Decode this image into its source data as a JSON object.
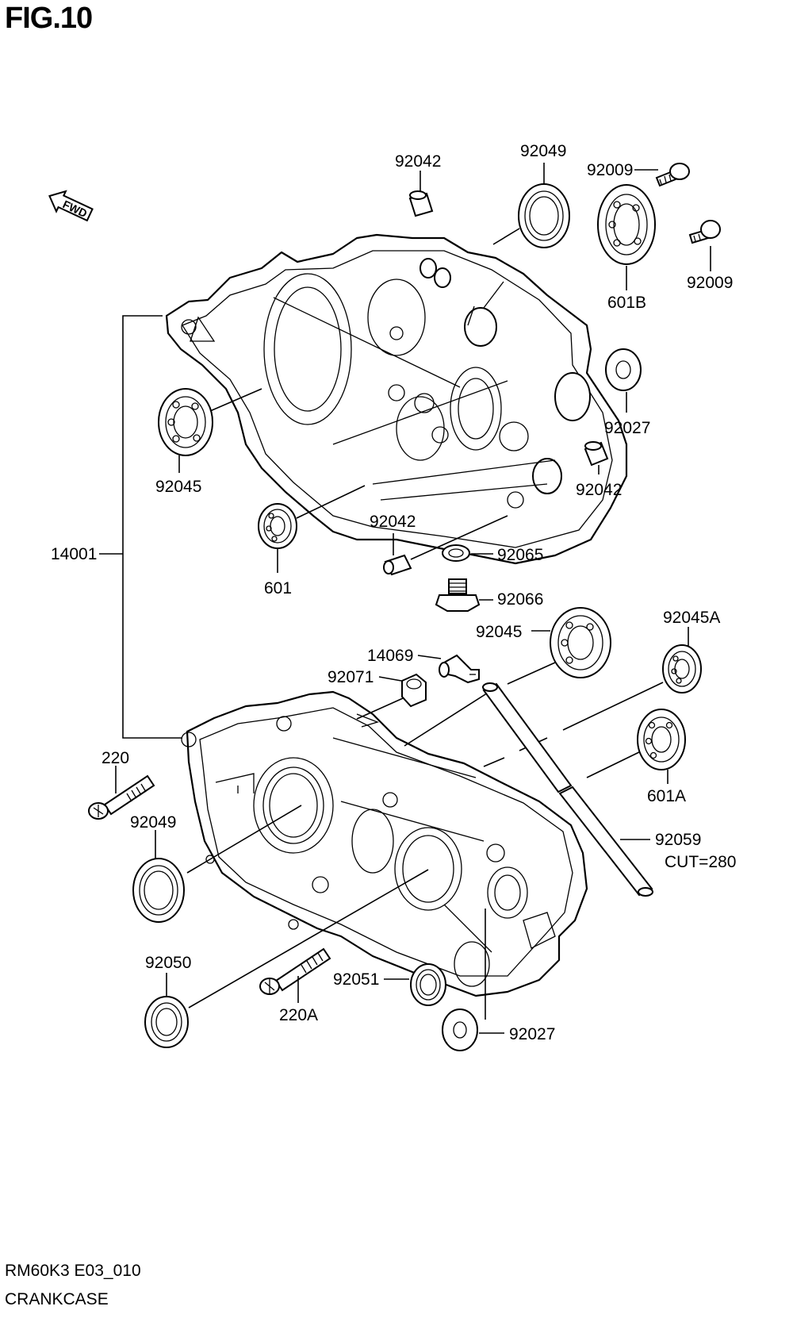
{
  "figure": {
    "title": "FIG.10",
    "code": "RM60K3 E03_010",
    "name": "CRANKCASE"
  },
  "fwd_label": "FWD",
  "labels": {
    "p92042_top": "92042",
    "p92049_top": "92049",
    "p92009_a": "92009",
    "p92009_b": "92009",
    "p601B": "601B",
    "p92027_top": "92027",
    "p92042_right": "92042",
    "p92045_left": "92045",
    "p601": "601",
    "p92042_mid": "92042",
    "p92065": "92065",
    "p92066": "92066",
    "p14001": "14001",
    "p92045_mid": "92045",
    "p92045A": "92045A",
    "p14069": "14069",
    "p92071": "92071",
    "p220": "220",
    "p92049_bottom": "92049",
    "p601A": "601A",
    "p92059": "92059",
    "p92059_cut": "CUT=280",
    "p92050": "92050",
    "p92051": "92051",
    "p220A": "220A",
    "p92027_bottom": "92027"
  }
}
